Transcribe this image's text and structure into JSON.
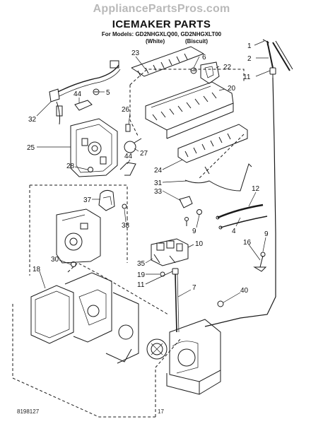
{
  "watermark": "AppliancePartsPros.com",
  "title": "ICEMAKER PARTS",
  "models_line": "For Models: GD2NHGXLQ00, GD2NHGXLT00",
  "variant_white": "(White)",
  "variant_biscuit": "(Biscuit)",
  "doc_number": "8198127",
  "page_number": "17",
  "callouts": [
    "1",
    "2",
    "11",
    "23",
    "6",
    "22",
    "20",
    "5",
    "44",
    "32",
    "26",
    "25",
    "27",
    "28",
    "44",
    "24",
    "31",
    "33",
    "12",
    "37",
    "38",
    "9",
    "4",
    "9",
    "16",
    "10",
    "35",
    "19",
    "11",
    "30",
    "18",
    "7",
    "40"
  ]
}
